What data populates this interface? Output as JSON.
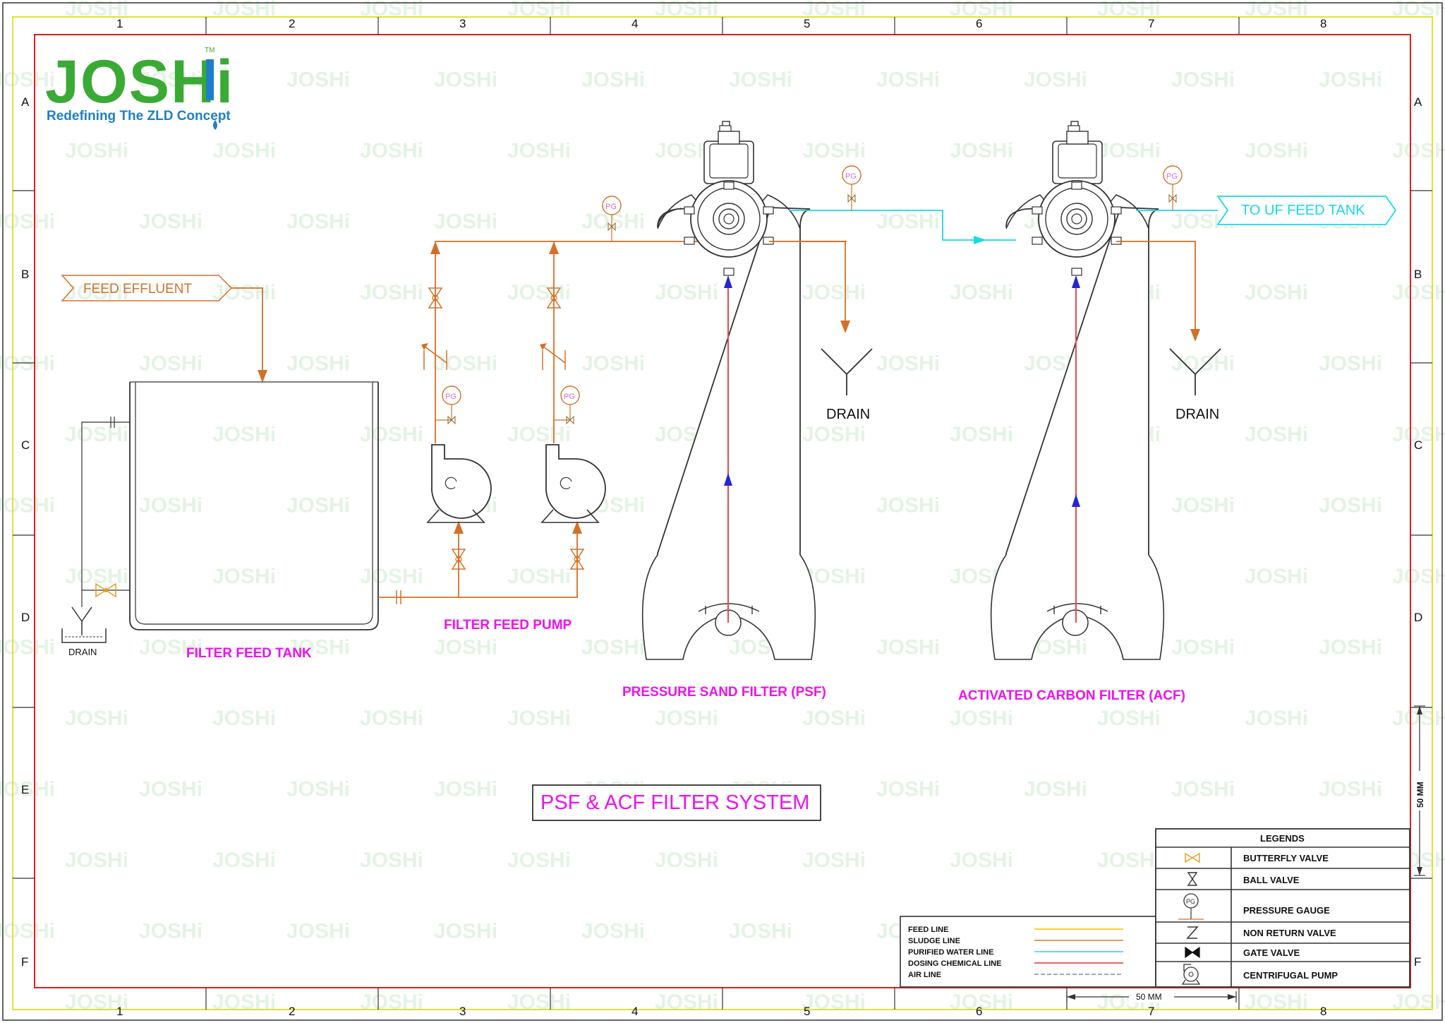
{
  "logo": {
    "brand": "JOSHi",
    "tagline": "Redefining The ZLD Concept",
    "tm": "TM"
  },
  "watermark": "JOSHi",
  "grid": {
    "columns": [
      "1",
      "2",
      "3",
      "4",
      "5",
      "6",
      "7",
      "8"
    ],
    "rows": [
      "A",
      "B",
      "C",
      "D",
      "E",
      "F"
    ]
  },
  "labels": {
    "feed_effluent": "FEED EFFLUENT",
    "to_uf_feed_tank": "TO UF FEED TANK",
    "drain_psf": "DRAIN",
    "drain_acf": "DRAIN",
    "drain_tank": "DRAIN",
    "filter_feed_tank": "FILTER FEED TANK",
    "filter_feed_pump": "FILTER FEED PUMP",
    "psf": "PRESSURE SAND FILTER (PSF)",
    "acf": "ACTIVATED CARBON FILTER (ACF)",
    "title": "PSF & ACF FILTER SYSTEM",
    "pg": "PG"
  },
  "legends": {
    "header": "LEGENDS",
    "items": [
      "BUTTERFLY VALVE",
      "BALL VALVE",
      "PRESSURE GAUGE",
      "NON RETURN VALVE",
      "GATE VALVE",
      "CENTRIFUGAL PUMP"
    ]
  },
  "lines_legend": [
    {
      "label": "FEED LINE",
      "color": "#f0c000"
    },
    {
      "label": "SLUDGE  LINE",
      "color": "#d87a2a"
    },
    {
      "label": "PURIFIED WATER  LINE",
      "color": "#29d4e6"
    },
    {
      "label": "DOSING CHEMICAL  LINE",
      "color": "#e83030"
    },
    {
      "label": "AIR  LINE",
      "color": "#888888"
    }
  ],
  "scale": {
    "label": "50 MM",
    "vertical_label": "50 MM"
  },
  "colors": {
    "magenta": "#ee11ee",
    "orange": "#d27028",
    "cyan": "#19d8ea",
    "red": "#e84a4a",
    "blue": "#2424d6",
    "frame_red": "#e02020",
    "frame_yellow": "#e0e040",
    "logo_green": "#3aaa35",
    "logo_blue": "#1e7fc8"
  }
}
